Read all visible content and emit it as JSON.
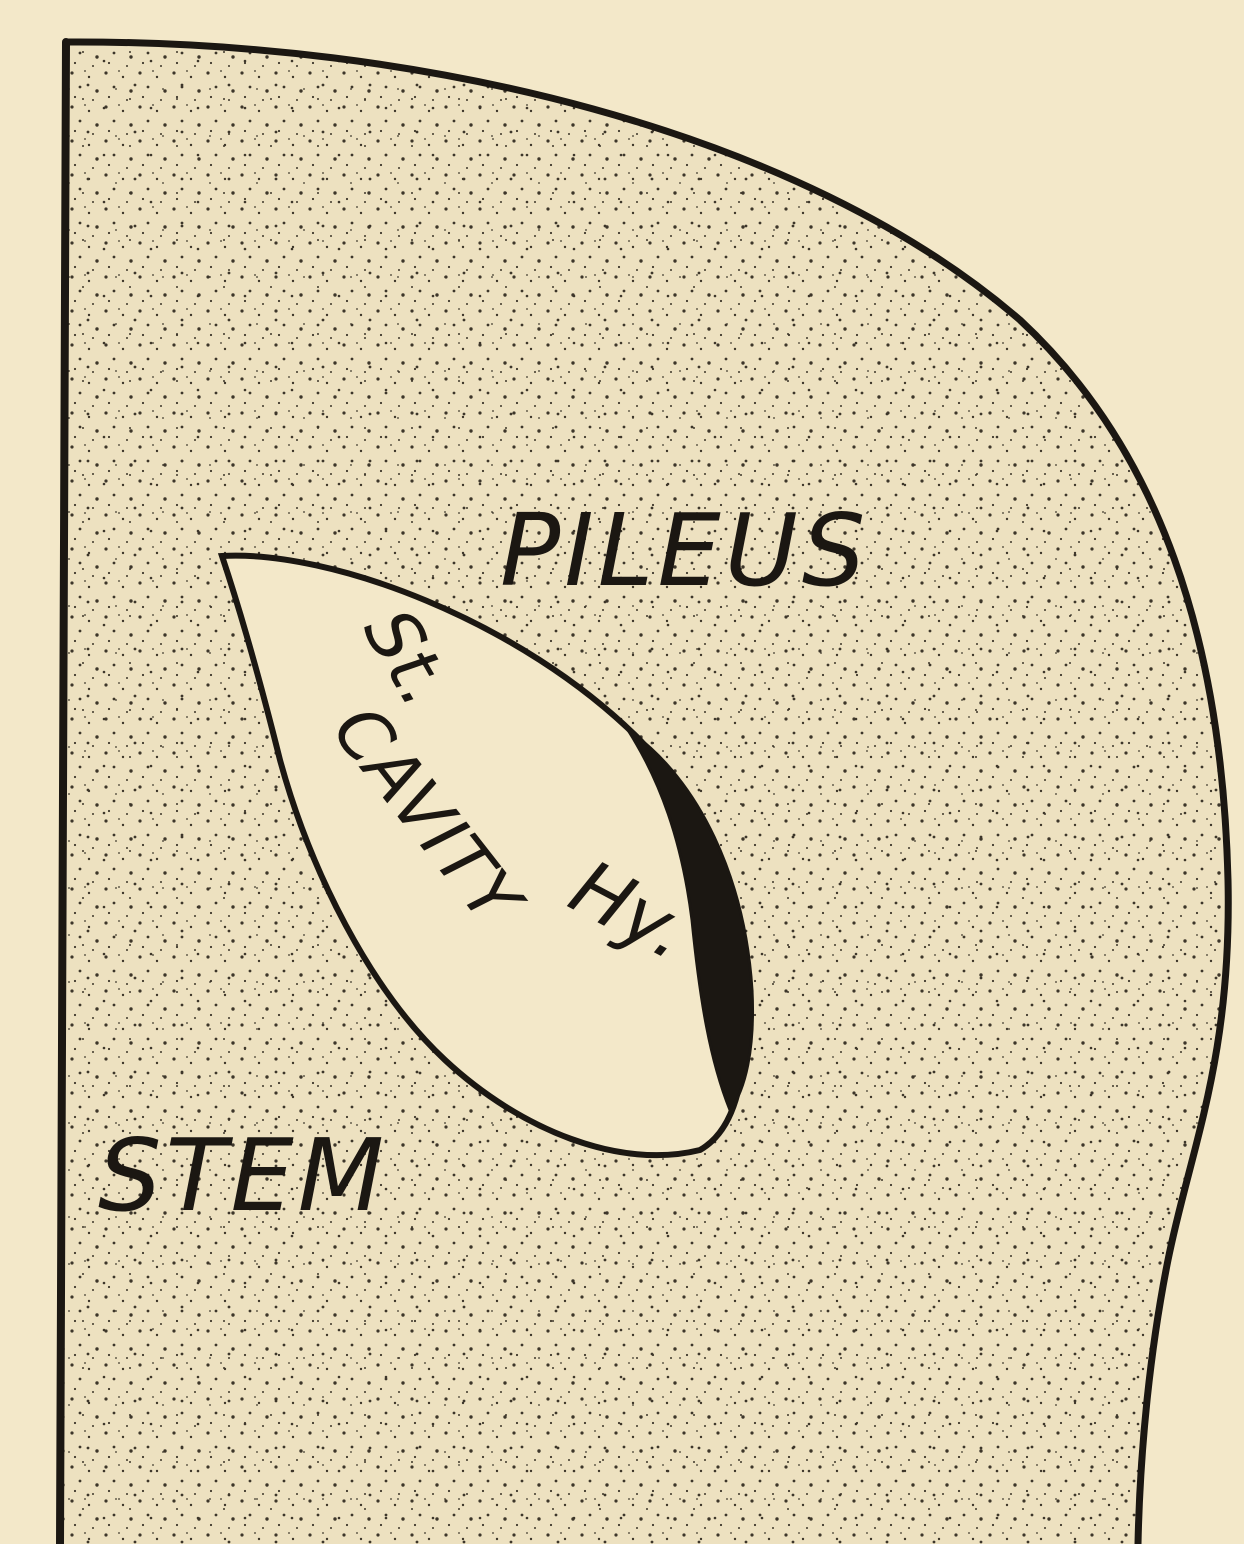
{
  "diagram": {
    "labels": {
      "pileus": "PILEUS",
      "stem": "STEM",
      "st": "St.",
      "cavity": "CAVITY",
      "hy": "Hy."
    },
    "colors": {
      "background": "#f3e8c9",
      "fill": "#ede1c0",
      "ink": "#1b1712",
      "stipple": "#3d362a"
    }
  }
}
